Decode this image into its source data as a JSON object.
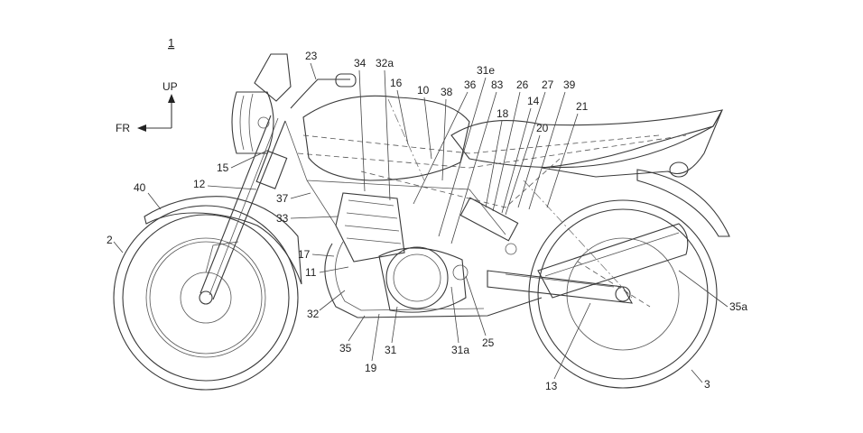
{
  "figure": {
    "number": "1"
  },
  "orientation": {
    "up_label": "UP",
    "front_label": "FR"
  },
  "reference_numerals": [
    {
      "id": "n23",
      "text": "23"
    },
    {
      "id": "n34",
      "text": "34"
    },
    {
      "id": "n32a",
      "text": "32a"
    },
    {
      "id": "n16",
      "text": "16"
    },
    {
      "id": "n10",
      "text": "10"
    },
    {
      "id": "n38",
      "text": "38"
    },
    {
      "id": "n36",
      "text": "36"
    },
    {
      "id": "n31e",
      "text": "31e"
    },
    {
      "id": "n83",
      "text": "83"
    },
    {
      "id": "n26",
      "text": "26"
    },
    {
      "id": "n27",
      "text": "27"
    },
    {
      "id": "n14",
      "text": "14"
    },
    {
      "id": "n39",
      "text": "39"
    },
    {
      "id": "n18",
      "text": "18"
    },
    {
      "id": "n20",
      "text": "20"
    },
    {
      "id": "n21",
      "text": "21"
    },
    {
      "id": "n15",
      "text": "15"
    },
    {
      "id": "n40",
      "text": "40"
    },
    {
      "id": "n12",
      "text": "12"
    },
    {
      "id": "n37",
      "text": "37"
    },
    {
      "id": "n33",
      "text": "33"
    },
    {
      "id": "n2",
      "text": "2"
    },
    {
      "id": "n17",
      "text": "17"
    },
    {
      "id": "n11",
      "text": "11"
    },
    {
      "id": "n32",
      "text": "32"
    },
    {
      "id": "n35",
      "text": "35"
    },
    {
      "id": "n19",
      "text": "19"
    },
    {
      "id": "n31",
      "text": "31"
    },
    {
      "id": "n31a",
      "text": "31a"
    },
    {
      "id": "n25",
      "text": "25"
    },
    {
      "id": "n13",
      "text": "13"
    },
    {
      "id": "n3",
      "text": "3"
    },
    {
      "id": "n35a",
      "text": "35a"
    }
  ]
}
